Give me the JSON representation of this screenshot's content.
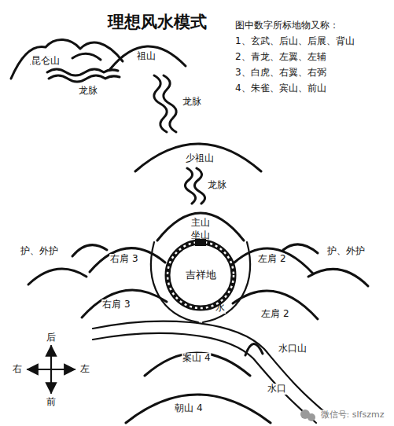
{
  "diagram": {
    "title": "理想风水模式",
    "nodes": [
      {
        "text": [
          "吉祥地"
        ]
      }
    ],
    "labels": [
      "图中数字所标地物又称：",
      "1、玄武、后山、后展、背山",
      "2、青龙、左翼、左辅",
      "3、白虎、右翼、右弼",
      "4、朱雀、宾山、前山",
      "昆仑山",
      "祖山",
      "龙脉",
      "龙脉",
      "少祖山",
      "龙脉",
      "主山",
      "坐山",
      "护、外护",
      "护、外护",
      "右肩 3",
      "左肩 2",
      "水",
      "右肩 3",
      "左肩 2",
      "案山 4",
      "水口山",
      "水口",
      "朝山 4",
      "后",
      "右",
      "左",
      "前",
      "微信号: slfszmz"
    ]
  }
}
